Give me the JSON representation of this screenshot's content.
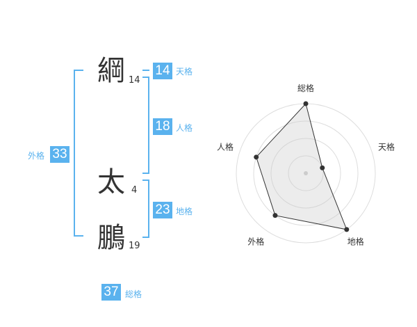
{
  "name": {
    "chars": [
      {
        "char": "綱",
        "strokes": "14"
      },
      {
        "char": "太",
        "strokes": "4"
      },
      {
        "char": "鵬",
        "strokes": "19"
      }
    ]
  },
  "kakusu": {
    "tenkaku": {
      "value": "14",
      "label": "天格"
    },
    "jinkaku": {
      "value": "18",
      "label": "人格"
    },
    "chikaku": {
      "value": "23",
      "label": "地格"
    },
    "gaikaku": {
      "value": "33",
      "label": "外格"
    },
    "soukaku": {
      "value": "37",
      "label": "総格"
    }
  },
  "chart_data": {
    "type": "radar",
    "axes": [
      "総格",
      "天格",
      "地格",
      "外格",
      "人格"
    ],
    "values": [
      4,
      1,
      4,
      3,
      3
    ],
    "max": 4,
    "rings": 4
  },
  "colors": {
    "accent": "#5ab2ee",
    "line": "#333333"
  }
}
